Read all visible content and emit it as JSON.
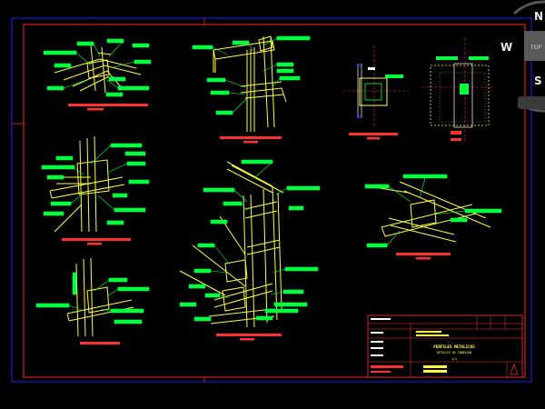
{
  "viewcube": {
    "north": "N",
    "south": "S",
    "west": "W",
    "top_label": "TOP"
  },
  "colors": {
    "background": "#000000",
    "border_red": "#ff2020",
    "border_blue": "#2020ff",
    "steel": "#ffff40",
    "annotation": "#00ff40",
    "caption": "#ff3030",
    "white": "#ffffff"
  },
  "title_block": {
    "title": "PERFILES METALICOS",
    "subtitle": "DETALLES DE CONEXION",
    "sheet": "1/1"
  }
}
